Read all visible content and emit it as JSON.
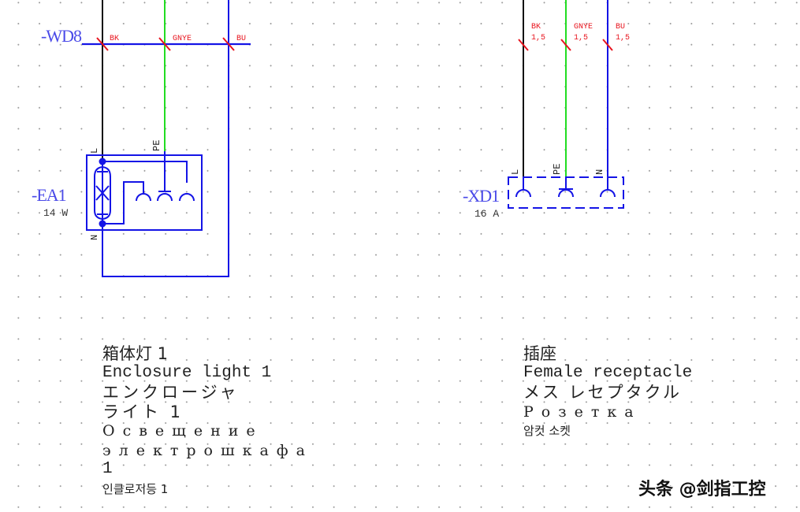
{
  "colors": {
    "wire_black": "#111111",
    "wire_green": "#22dd22",
    "wire_blue": "#1414e6",
    "cable_mark": "#e8141e",
    "device_tag": "#4a4ae8",
    "background": "#ffffff",
    "grid_dot": "#9a9a9a"
  },
  "left_circuit": {
    "cable_tag": "-WD8",
    "conductors": [
      {
        "code": "BK",
        "color": "black"
      },
      {
        "code": "GNYE",
        "color": "green"
      },
      {
        "code": "BU",
        "color": "blue"
      }
    ],
    "device": {
      "tag": "-EA1",
      "rating": "14 W",
      "pins": [
        "L",
        "PE",
        "N"
      ]
    },
    "description": {
      "zh": "箱体灯 1",
      "en": "Enclosure light 1",
      "ja_line1": "エンクロージャ",
      "ja_line2": "ライト 1",
      "ru_line1": "Освещение",
      "ru_line2": "электрошкафа",
      "ru_line3": "1",
      "ko": "인클로저등 1"
    }
  },
  "right_circuit": {
    "conductors": [
      {
        "code": "BK",
        "cross_section": "1,5",
        "color": "black"
      },
      {
        "code": "GNYE",
        "cross_section": "1,5",
        "color": "green"
      },
      {
        "code": "BU",
        "cross_section": "1,5",
        "color": "blue"
      }
    ],
    "device": {
      "tag": "-XD1",
      "rating": "16 A",
      "pins": [
        "L",
        "PE",
        "N"
      ]
    },
    "description": {
      "zh": "插座",
      "en": "Female receptacle",
      "ja": "メス レセプタクル",
      "ru": "Розетка",
      "ko": "암컷 소켓"
    }
  },
  "watermark": "头条 @剑指工控"
}
